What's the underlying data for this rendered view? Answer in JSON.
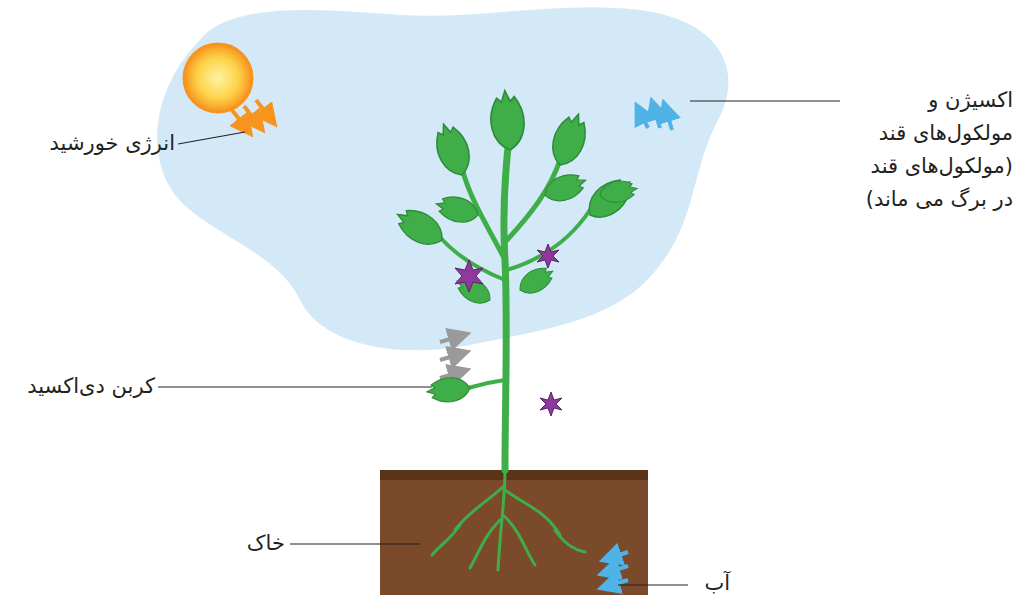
{
  "diagram": {
    "labels": [
      "انرژی خورشید",
      "اکسیژن و مولکول‌های قند (مولکول‌های قند در برگ می ماند)",
      "کربن دی‌اکسید",
      "خاک",
      "آب"
    ]
  }
}
